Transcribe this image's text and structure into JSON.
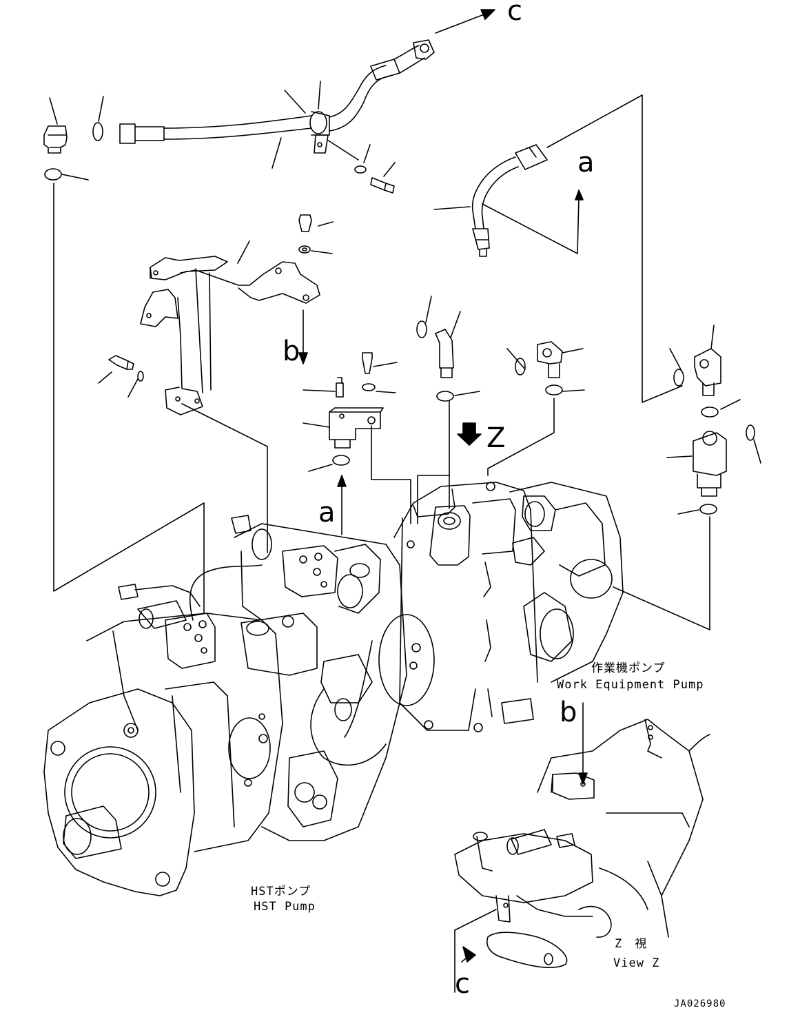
{
  "labels": {
    "ref_c_top": "c",
    "ref_a_right": "a",
    "ref_b_left": "b",
    "ref_a_left": "a",
    "view_z_arrow": "Z",
    "ref_b_view": "b",
    "ref_c_bottom": "c"
  },
  "captions": {
    "work_pump_jp": "作業機ポンプ",
    "work_pump_en": "Work Equipment Pump",
    "hst_pump_jp": "HSTポンプ",
    "hst_pump_en": "HST Pump",
    "view_jp": "Z　視",
    "view_en": "View Z"
  },
  "drawing_code": "JA026980",
  "colors": {
    "line": "#000000",
    "background": "#ffffff"
  }
}
